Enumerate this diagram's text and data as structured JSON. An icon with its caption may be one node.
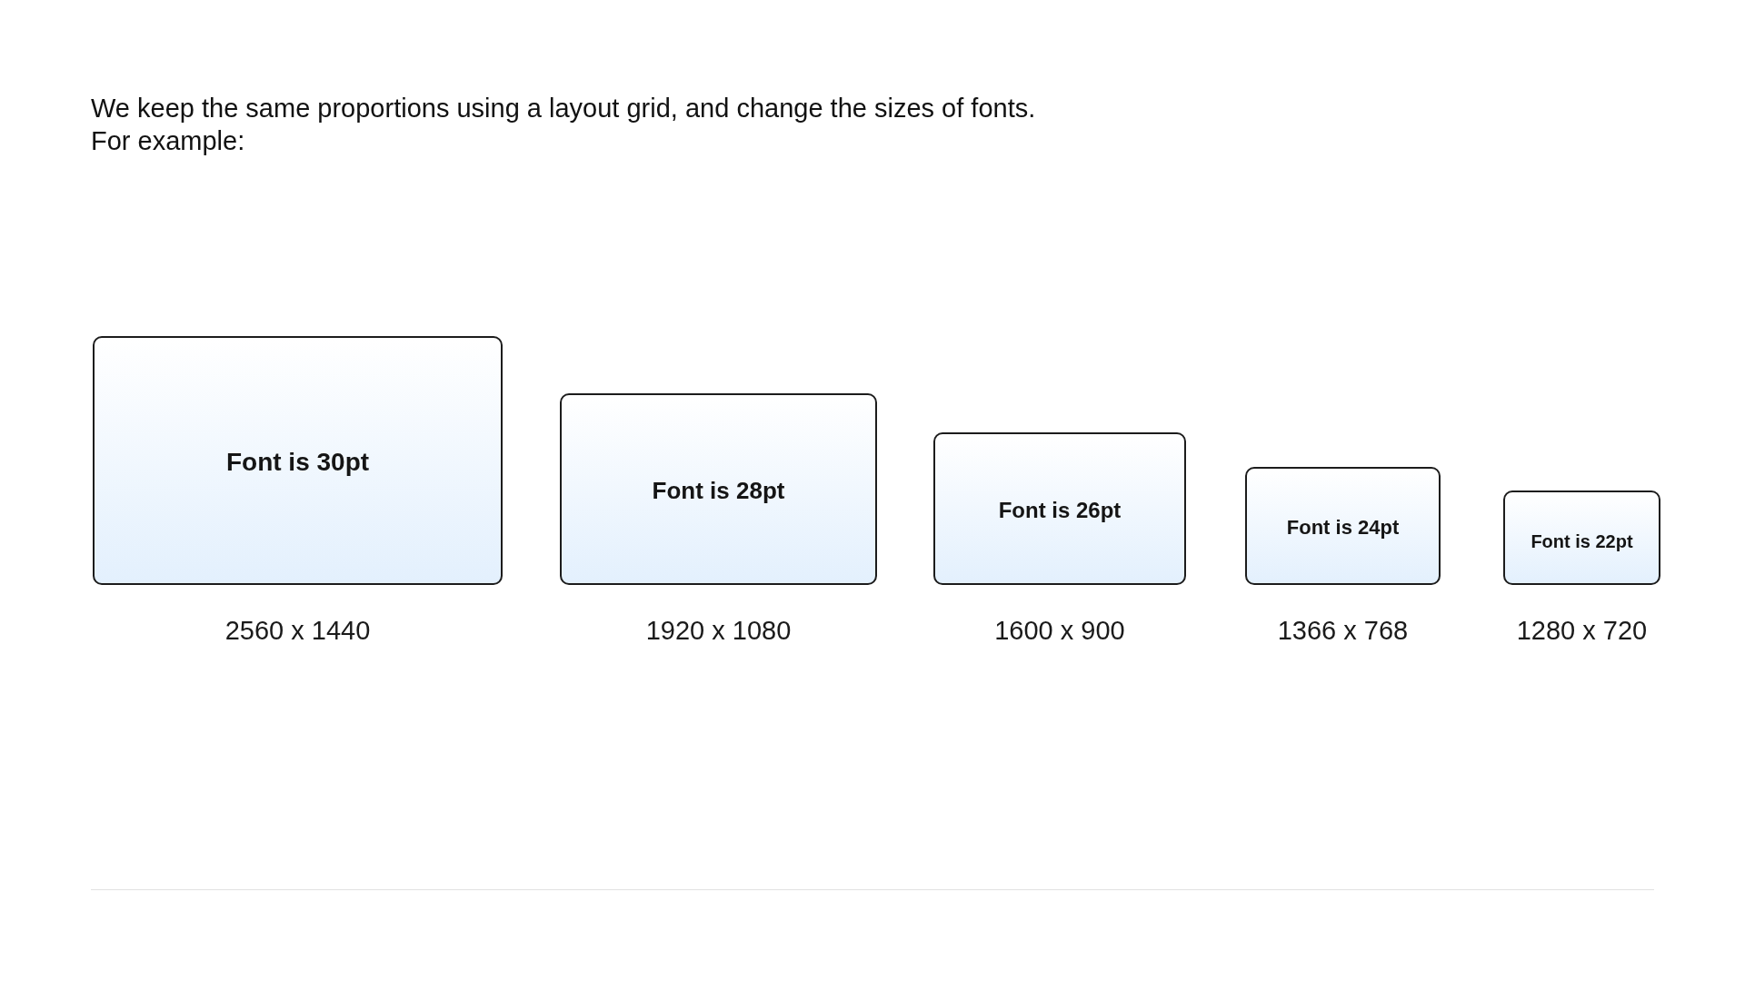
{
  "diagram": {
    "nodes": [
      {
        "text": [
          "Font is 30pt"
        ],
        "beside": [
          "2560 x 1440"
        ]
      },
      {
        "text": [
          "Font is 28pt"
        ],
        "beside": [
          "1920 x 1080"
        ]
      },
      {
        "text": [
          "Font is 26pt"
        ],
        "beside": [
          "1600 x 900"
        ]
      },
      {
        "text": [
          "Font is 24pt"
        ],
        "beside": [
          "1366 x 768"
        ]
      },
      {
        "text": [
          "Font is 22pt"
        ],
        "beside": [
          "1280 x 720"
        ]
      }
    ],
    "edges": [],
    "labels": [
      "We keep the same proportions using a layout grid, and change the sizes of fonts.",
      "For example:"
    ]
  }
}
